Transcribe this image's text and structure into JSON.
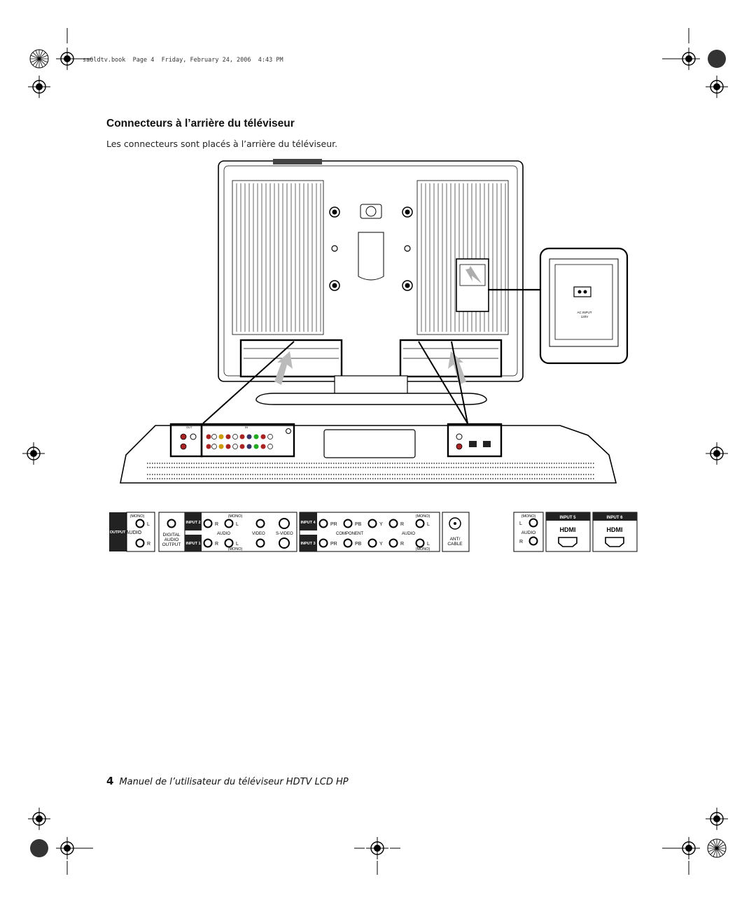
{
  "header": {
    "file_line": "sa6ldtv.book  Page 4  Friday, February 24, 2006  4:43 PM"
  },
  "section": {
    "title": "Connecteurs à l’arrière du téléviseur",
    "intro": "Les connecteurs sont placés à l’arrière du téléviseur."
  },
  "diagram": {
    "power_inset": {
      "line1": "AC INPUT",
      "line2": "120V"
    },
    "strip_labels": {
      "out": "OUT",
      "in": "IN"
    }
  },
  "panel_left": {
    "mono_top": "(MONO)",
    "mono_bottom": "(MONO)",
    "output": "OUTPUT",
    "audio": "AUDIO",
    "digital_lines": [
      "DIGITAL",
      "AUDIO",
      "OUTPUT"
    ],
    "input2": "INPUT 2",
    "input1": "INPUT 1",
    "l": "L",
    "r": "R",
    "video": "VIDEO",
    "svideo": "S-VIDEO"
  },
  "panel_mid": {
    "input4": "INPUT 4",
    "input3": "INPUT 3",
    "pr": "PR",
    "pb": "PB",
    "y": "Y",
    "r": "R",
    "l": "L",
    "component": "COMPONENT",
    "audio": "AUDIO",
    "mono_top": "(MONO)",
    "mono_bottom": "(MONO)",
    "ant_lines": [
      "ANT/",
      "CABLE"
    ]
  },
  "panel_right": {
    "mono": "(MONO)",
    "l": "L",
    "audio": "AUDIO",
    "r": "R",
    "input5": "INPUT 5",
    "input6": "INPUT 6",
    "hdmi": "HDMI"
  },
  "footer": {
    "page_number": "4",
    "title": "Manuel de l’utilisateur du téléviseur HDTV LCD HP"
  }
}
